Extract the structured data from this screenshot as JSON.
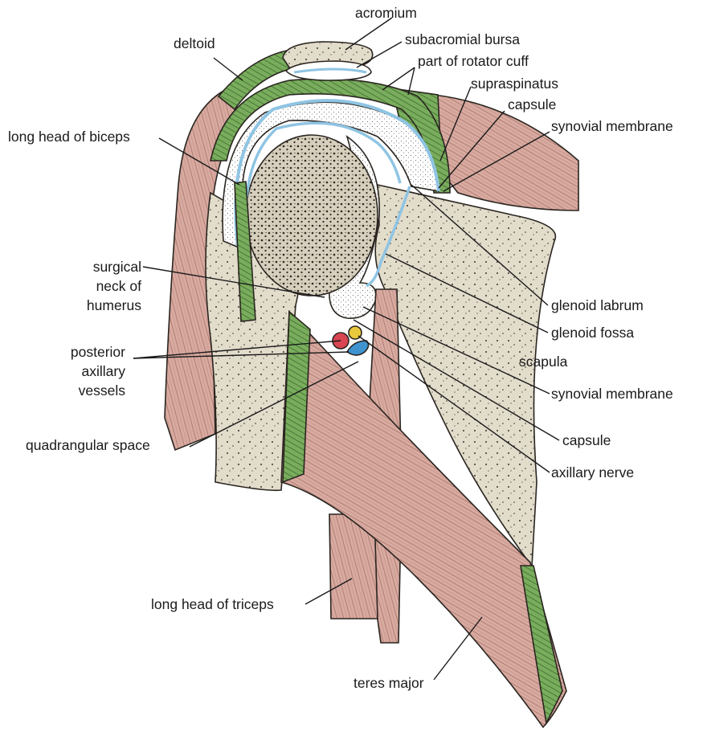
{
  "labels": {
    "acromium": "acromium",
    "subacromial_bursa": "subacromial bursa",
    "part_of_rotator_cuff": "part of rotator cuff",
    "supraspinatus": "supraspinatus",
    "capsule_top": "capsule",
    "synovial_membrane_top": "synovial membrane",
    "deltoid": "deltoid",
    "long_head_of_biceps": "long head of biceps",
    "surgical_neck_line1": "surgical",
    "surgical_neck_line2": "neck of",
    "surgical_neck_line3": "humerus",
    "posterior_axillary_line1": "posterior",
    "posterior_axillary_line2": "axillary",
    "posterior_axillary_line3": "vessels",
    "quadrangular_space": "quadrangular space",
    "glenoid_labrum": "glenoid labrum",
    "glenoid_fossa": "glenoid fossa",
    "scapula": "scapula",
    "synovial_membrane_bottom": "synovial membrane",
    "capsule_bottom": "capsule",
    "axillary_nerve": "axillary nerve",
    "long_head_of_triceps": "long head of triceps",
    "teres_major": "teres major"
  },
  "colors": {
    "bone": "#e2dccb",
    "muscle": "#d9aaa0",
    "tendon": "#79ad5d",
    "synovial": "#8fc4e3",
    "capsule": "#ffffff",
    "artery": "#d94552",
    "vein": "#3f93cf",
    "nerve": "#e9c93c"
  }
}
